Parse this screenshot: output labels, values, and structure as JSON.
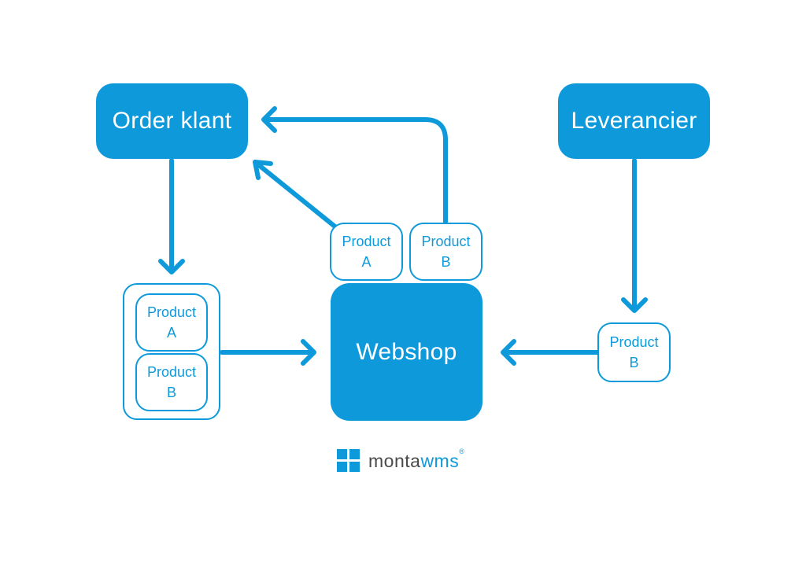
{
  "nodes": {
    "order": "Order klant",
    "supplier": "Leverancier",
    "webshop": "Webshop"
  },
  "products": {
    "top_a": {
      "line1": "Product",
      "line2": "A"
    },
    "top_b": {
      "line1": "Product",
      "line2": "B"
    },
    "left_a": {
      "line1": "Product",
      "line2": "A"
    },
    "left_b": {
      "line1": "Product",
      "line2": "B"
    },
    "right_b": {
      "line1": "Product",
      "line2": "B"
    }
  },
  "logo": {
    "text_main": "monta",
    "text_accent": "wms",
    "mark": "®",
    "icon": "four-squares-grid-icon"
  },
  "colors": {
    "accent": "#0e99db",
    "text_dark": "#4a4a4a",
    "background": "#ffffff"
  }
}
